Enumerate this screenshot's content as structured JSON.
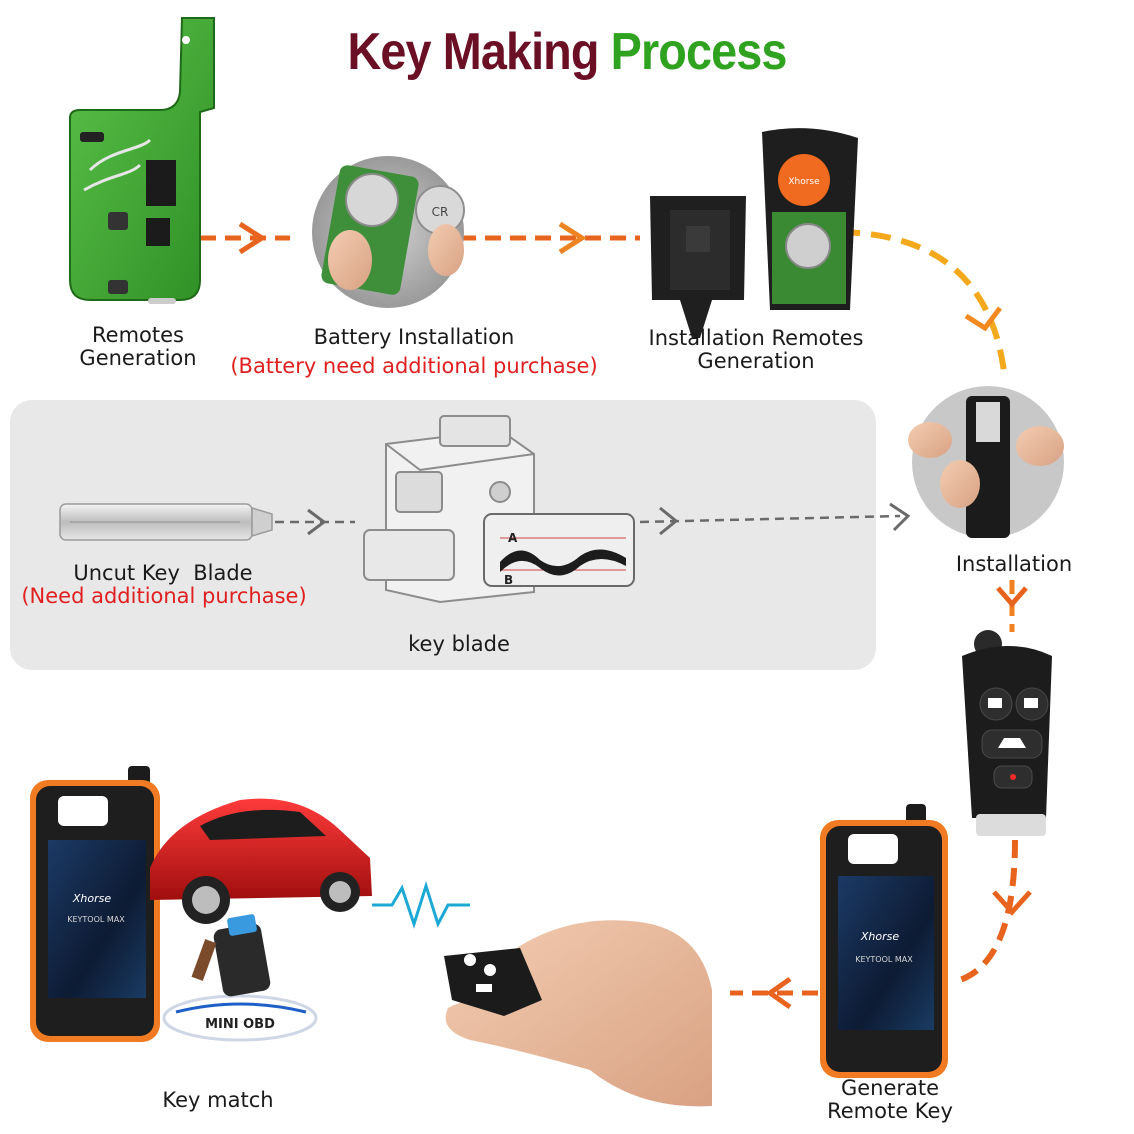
{
  "title": {
    "part1": "Key Making",
    "part2": "Process"
  },
  "steps": {
    "remotes_generation": [
      "Remotes",
      "Generation"
    ],
    "battery_installation": "Battery Installation",
    "battery_note": "(Battery need additional purchase)",
    "installation_remotes_generation": [
      "Installation Remotes",
      "Generation"
    ],
    "installation": "Installation",
    "uncut_key_blade": "Uncut Key  Blade",
    "uncut_note": "(Need additional purchase)",
    "key_blade": "key blade",
    "generate_remote_key": [
      "Generate",
      "Remote Key"
    ],
    "key_match": "Key match"
  },
  "device": {
    "brand": "Xhorse",
    "screen_text": "KEYTOOL MAX",
    "adapter_text": "MINI OBD"
  },
  "machine": {
    "track_a": "A",
    "track_b": "B"
  },
  "colors": {
    "title_dark": "#6b0f24",
    "title_green": "#2fa21f",
    "arrow_orange": "#e8641e",
    "arrow_yellow": "#f4a81c",
    "note_red": "#e02020",
    "panel_gray": "#e8e8e8"
  }
}
